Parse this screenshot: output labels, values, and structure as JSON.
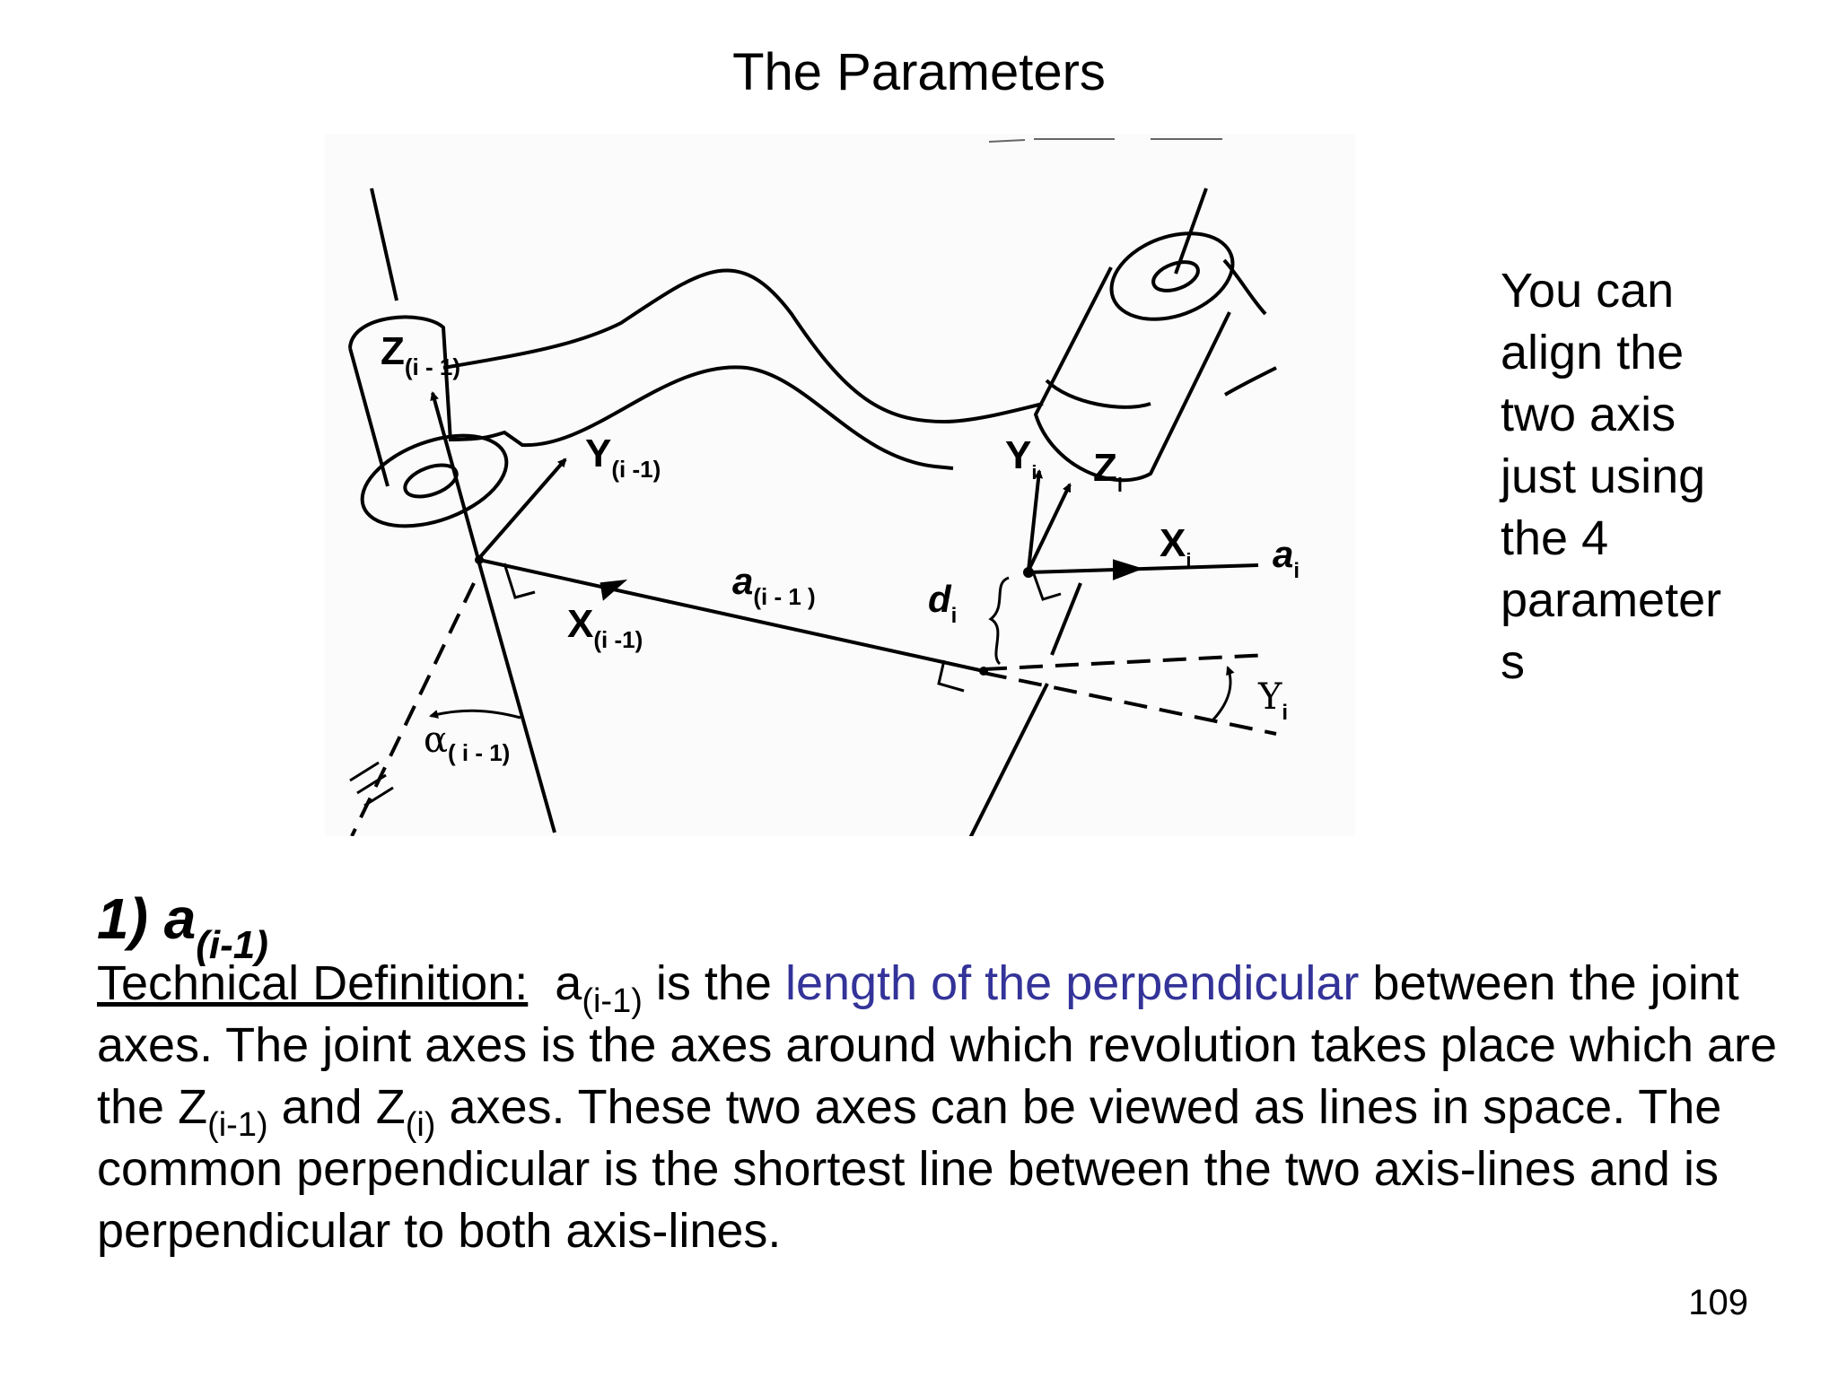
{
  "slide": {
    "title": "The Parameters",
    "page_number": "109"
  },
  "figure": {
    "labels": {
      "z_prev": {
        "main": "Z",
        "sub": "(i - 1)"
      },
      "y_prev": {
        "main": "Y",
        "sub": "(i -1)"
      },
      "x_prev": {
        "main": "X",
        "sub": "(i -1)"
      },
      "a_prev": {
        "main": "a",
        "sub": "(i - 1 )"
      },
      "alpha_prev": {
        "main": "α",
        "sub": "( i - 1)"
      },
      "y_i": {
        "main": "Y",
        "sub": "i"
      },
      "z_i": {
        "main": "Z",
        "sub": "i"
      },
      "x_i": {
        "main": "X",
        "sub": "i"
      },
      "a_i": {
        "main": "a",
        "sub": "i"
      },
      "d_i": {
        "main": "d",
        "sub": "i"
      },
      "theta_i": {
        "main": "Y",
        "sub": "i"
      }
    }
  },
  "side_note": "You can\nalign the\ntwo axis\njust using\nthe 4\nparameter\ns",
  "heading": {
    "main": "1) a",
    "sub": "(i-1)"
  },
  "definition": {
    "label": "Technical Definition:",
    "t1": "a",
    "t1_sub": "(i-1)",
    "t2": " is the ",
    "highlight": "length of the perpendicular",
    "t3": " between the joint axes. The joint axes is the axes around which revolution takes place which are the Z",
    "t3_sub": "(i-1)",
    "t4": " and  Z",
    "t4_sub": "(i)",
    "t5": " axes. These two axes can be viewed as lines in space. The common perpendicular is the shortest line between the two axis-lines and is perpendicular to both axis-lines.",
    "highlight_color": "#333399"
  }
}
